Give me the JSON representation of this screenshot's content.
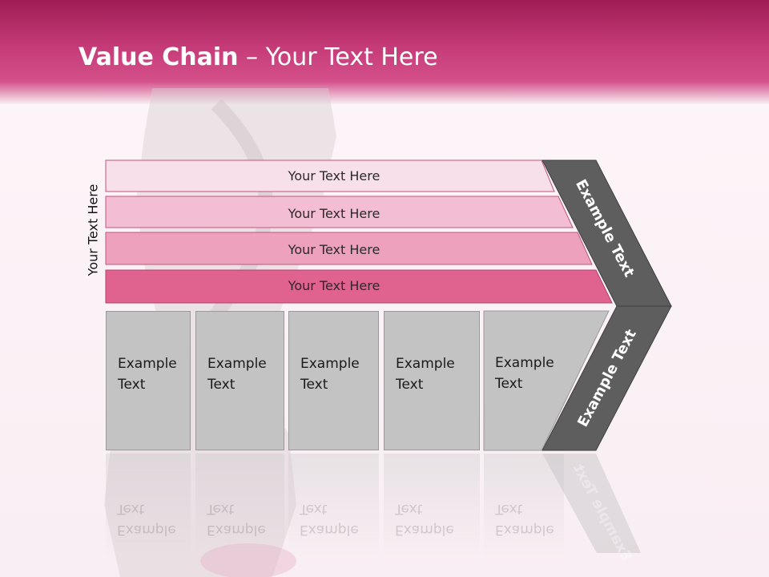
{
  "slide": {
    "title_bold": "Value Chain",
    "title_rest": " – Your Text Here"
  },
  "side_label": "Your Text Here",
  "bands": [
    {
      "label": "Your Text Here",
      "color": "#f8e0ea"
    },
    {
      "label": "Your Text Here",
      "color": "#f3bed3"
    },
    {
      "label": "Your Text Here",
      "color": "#eda1bd"
    },
    {
      "label": "Your Text Here",
      "color": "#e0628f"
    }
  ],
  "columns": [
    {
      "label": "Example\nText"
    },
    {
      "label": "Example\nText"
    },
    {
      "label": "Example\nText"
    },
    {
      "label": "Example\nText"
    },
    {
      "label": "Example\nText"
    }
  ],
  "arrow": {
    "upper_label": "Example Text",
    "lower_label": "Example Text",
    "color": "#5e5e5e"
  },
  "colors": {
    "header_top": "#9f1d55",
    "header_bottom": "#d4508a",
    "column_fill": "#c3c3c3"
  }
}
